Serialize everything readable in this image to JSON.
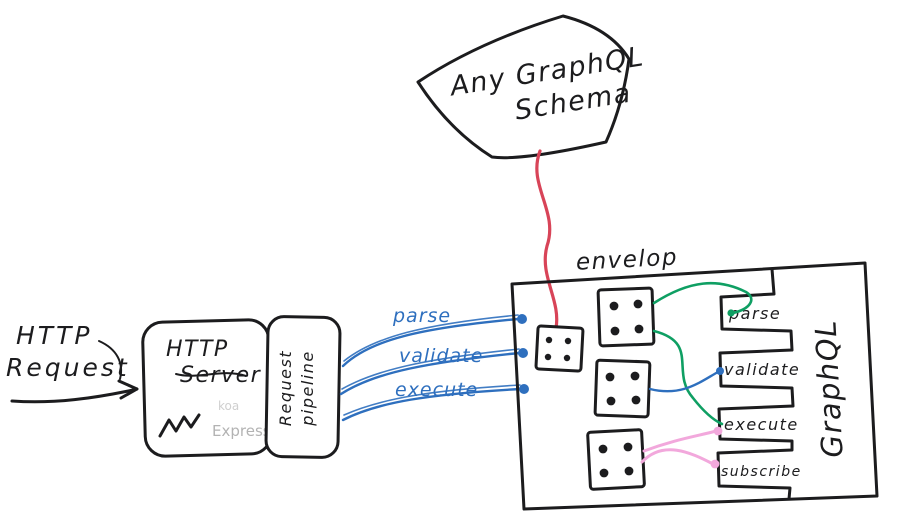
{
  "colors": {
    "ink": "#1c1c1e",
    "blue": "#2e6fbe",
    "red": "#d84458",
    "green": "#0f9f63",
    "pink": "#f2a8dc",
    "gray": "#b3b3b3",
    "background": "#ffffff"
  },
  "schema": {
    "line1": "Any GraphQL",
    "line2": "Schema"
  },
  "request": {
    "line1": "HTTP",
    "line2": "Request"
  },
  "server": {
    "line1": "HTTP",
    "line2": "Server",
    "koa": "koa",
    "express": "Express"
  },
  "pipeline": {
    "word1": "Request",
    "word2": "pipeline"
  },
  "edges": {
    "parse": "parse",
    "validate": "validate",
    "execute": "execute"
  },
  "envelop": {
    "label": "envelop"
  },
  "graphql": {
    "label": "GraphQL"
  },
  "slots": [
    "parse",
    "validate",
    "execute",
    "subscribe"
  ]
}
